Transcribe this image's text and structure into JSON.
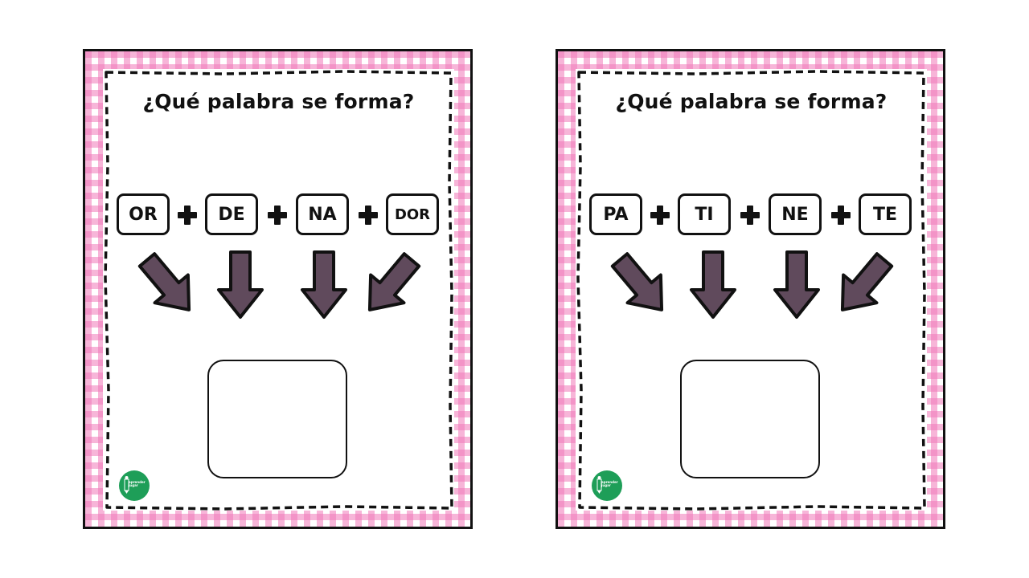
{
  "colors": {
    "pink_gingham": "#f078b9",
    "frame": "#111111",
    "arrow_fill": "#604a5c",
    "logo_green": "#1e9e58"
  },
  "cards": [
    {
      "title": "¿Qué palabra se forma?",
      "syllables": [
        "OR",
        "DE",
        "NA",
        "DOR"
      ],
      "operator": "+",
      "arrow_icon": "arrow-down-icon",
      "logo_text": [
        "aprender",
        "jugar"
      ]
    },
    {
      "title": "¿Qué palabra se forma?",
      "syllables": [
        "PA",
        "TI",
        "NE",
        "TE"
      ],
      "operator": "+",
      "arrow_icon": "arrow-down-icon",
      "logo_text": [
        "aprender",
        "jugar"
      ]
    }
  ]
}
